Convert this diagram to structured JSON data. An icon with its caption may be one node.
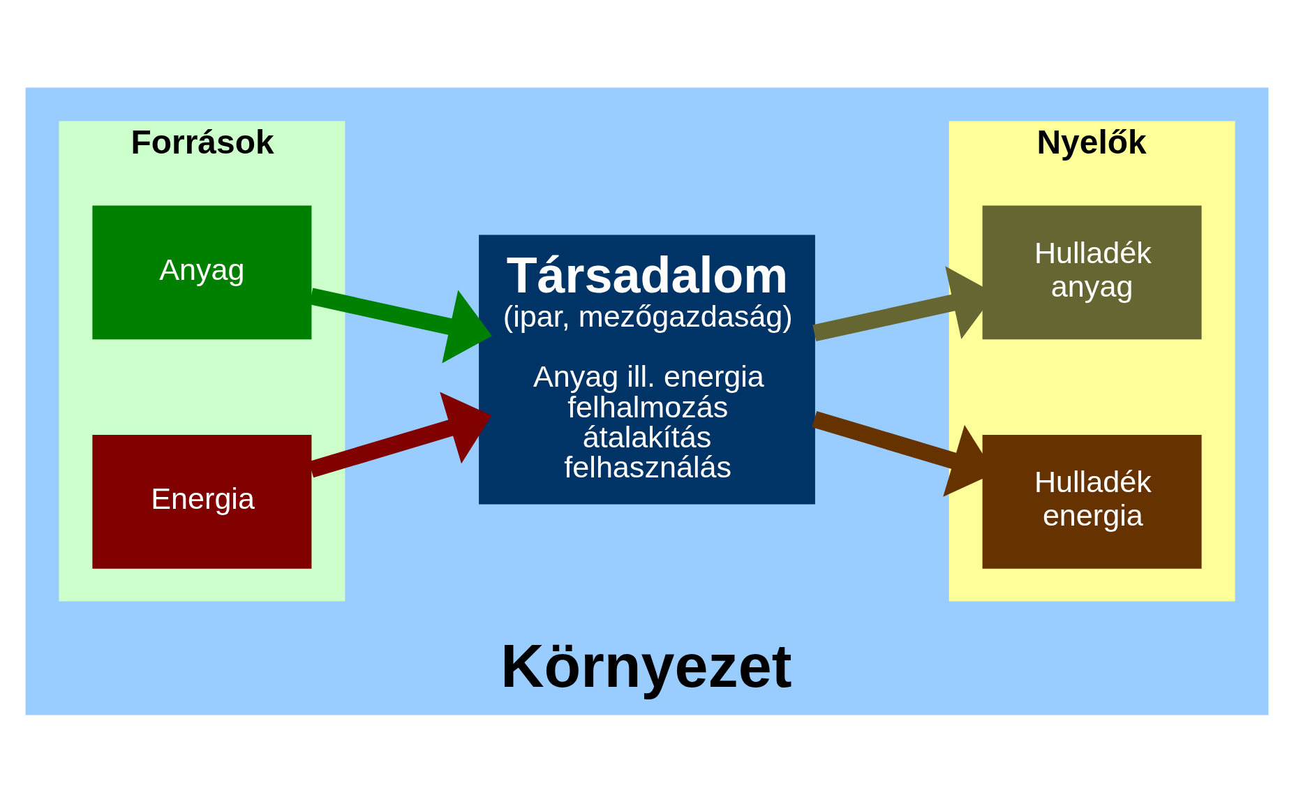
{
  "diagram": {
    "nodes": [
      {
        "text": [
          "Környezet"
        ]
      },
      {
        "text": [
          "Források"
        ],
        "in": 0
      },
      {
        "text": [
          "Anyag"
        ],
        "in": 1
      },
      {
        "text": [
          "Energia"
        ],
        "in": 1
      },
      {
        "text": [
          "Társadalom",
          "(ipar, mezőgazdaság)",
          "Anyag ill. energia felhalmozás átalakítás felhasználás"
        ],
        "in": 0
      },
      {
        "text": [
          "Nyelők"
        ],
        "in": 0
      },
      {
        "text": [
          "Hulladék anyag"
        ],
        "in": 5
      },
      {
        "text": [
          "Hulladék energia"
        ],
        "in": 5
      }
    ],
    "edges": [
      {
        "from": 2,
        "to": 4,
        "arrow": "to",
        "color": "#008000"
      },
      {
        "from": 3,
        "to": 4,
        "arrow": "to",
        "color": "#800000"
      },
      {
        "from": 4,
        "to": 6,
        "arrow": "to",
        "color": "#666633"
      },
      {
        "from": 4,
        "to": 7,
        "arrow": "to",
        "color": "#663300"
      }
    ]
  }
}
